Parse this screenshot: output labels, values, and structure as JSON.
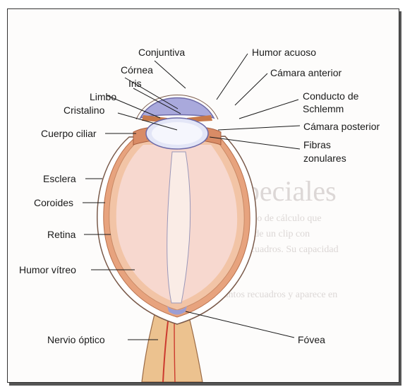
{
  "labels": {
    "conjuntiva": "Conjuntiva",
    "cornea": "Córnea",
    "iris": "Iris",
    "limbo": "Limbo",
    "cristalino": "Cristalino",
    "cuerpo_ciliar": "Cuerpo ciliar",
    "esclera": "Esclera",
    "coroides": "Coroides",
    "retina": "Retina",
    "humor_vitreo": "Humor vítreo",
    "nervio_optico": "Nervio óptico",
    "humor_acuoso": "Humor acuoso",
    "camara_anterior": "Cámara anterior",
    "conducto_de": "Conducto de",
    "schlemm": "Schlemm",
    "camara_posterior": "Cámara posterior",
    "fibras": "Fibras",
    "zonulares": "zonulares",
    "fovea": "Fóvea"
  },
  "background_text": {
    "heading": "s especiales",
    "lines": [
      "Su método de cálculo que",
      "consta de un clip con",
      "dos recuadros. Su capacidad",
      "Cuantos recuadros y aparece en"
    ]
  },
  "colors": {
    "sclera": "#ffffff",
    "choroid": "#e7a37e",
    "retina": "#f2c4a6",
    "vitreous": "#f7d8cf",
    "cornea_fill": "#a9a9dc",
    "lens_fill": "#e3e6f7",
    "iris": "#c8794a",
    "nerve": "#ecc28f",
    "vessel": "#cc3a2f"
  }
}
